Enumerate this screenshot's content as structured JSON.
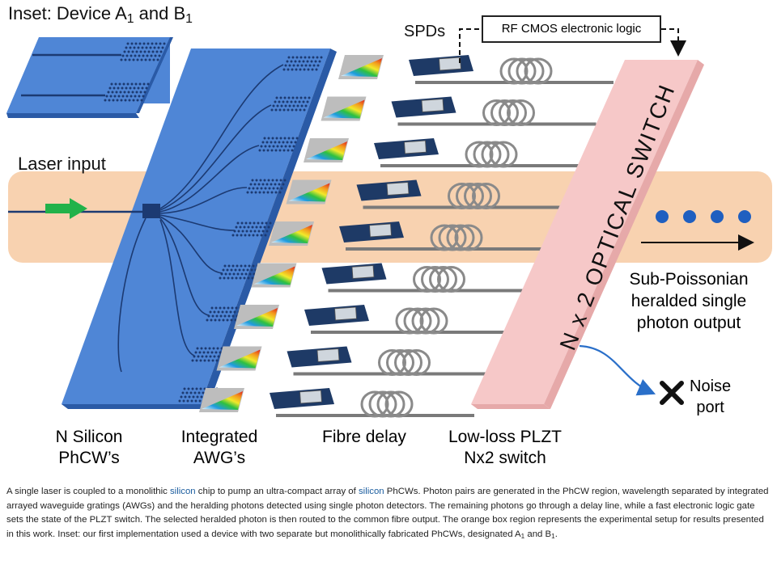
{
  "inset": {
    "title_main": "Inset: Device A",
    "title_sub1": "1",
    "title_mid": " and B",
    "title_sub2": "1"
  },
  "labels": {
    "laser_input": "Laser input",
    "spds": "SPDs",
    "rf_logic": "RF CMOS electronic logic",
    "switch": "N x 2 OPTICAL SWITCH",
    "output_line1": "Sub-Poissonian",
    "output_line2": "heralded single",
    "output_line3": "photon output",
    "noise_line1": "Noise",
    "noise_line2": "port"
  },
  "bottom_labels": {
    "silicon_line1": "N Silicon",
    "silicon_line2": "PhCW’s",
    "awg_line1": "Integrated",
    "awg_line2": "AWG’s",
    "fibre": "Fibre delay",
    "plzt_line1": "Low-loss PLZT",
    "plzt_line2": "Nx2 switch"
  },
  "caption": {
    "part1": "A single laser is coupled to a monolithic ",
    "link1": "silicon",
    "part2": " chip to pump an ultra-compact array of ",
    "link2": "silicon",
    "part3": " PhCWs. Photon pairs are generated in the PhCW region, wavelength separated by integrated arrayed waveguide gratings (AWGs) and the heralding photons detected using single photon detectors. The remaining photons go through a delay line, while a fast electronic logic gate sets the state of the PLZT switch. The selected heralded photon is then routed to the common fibre output. The orange box region represents the experimental setup for results presented in this work. Inset: our first implementation used a device with two separate but monolithically fabricated PhCWs, designated A",
    "sub1": "1",
    "part4": " and B",
    "sub2": "1",
    "part5": "."
  },
  "colors": {
    "chip_top": "#4f86d6",
    "chip_side": "#2a5aa6",
    "orange_region": "#f8d2b0",
    "switch_face": "#f6c8c8",
    "arrow_green": "#22b24a",
    "photon_blue": "#1f5fc0",
    "link_blue": "#1a5c9e"
  },
  "icons": [
    "green-arrow-icon",
    "photon-dot-icon",
    "cross-icon",
    "spd-detector-icon",
    "fibre-coil-icon",
    "awg-rainbow-icon"
  ]
}
